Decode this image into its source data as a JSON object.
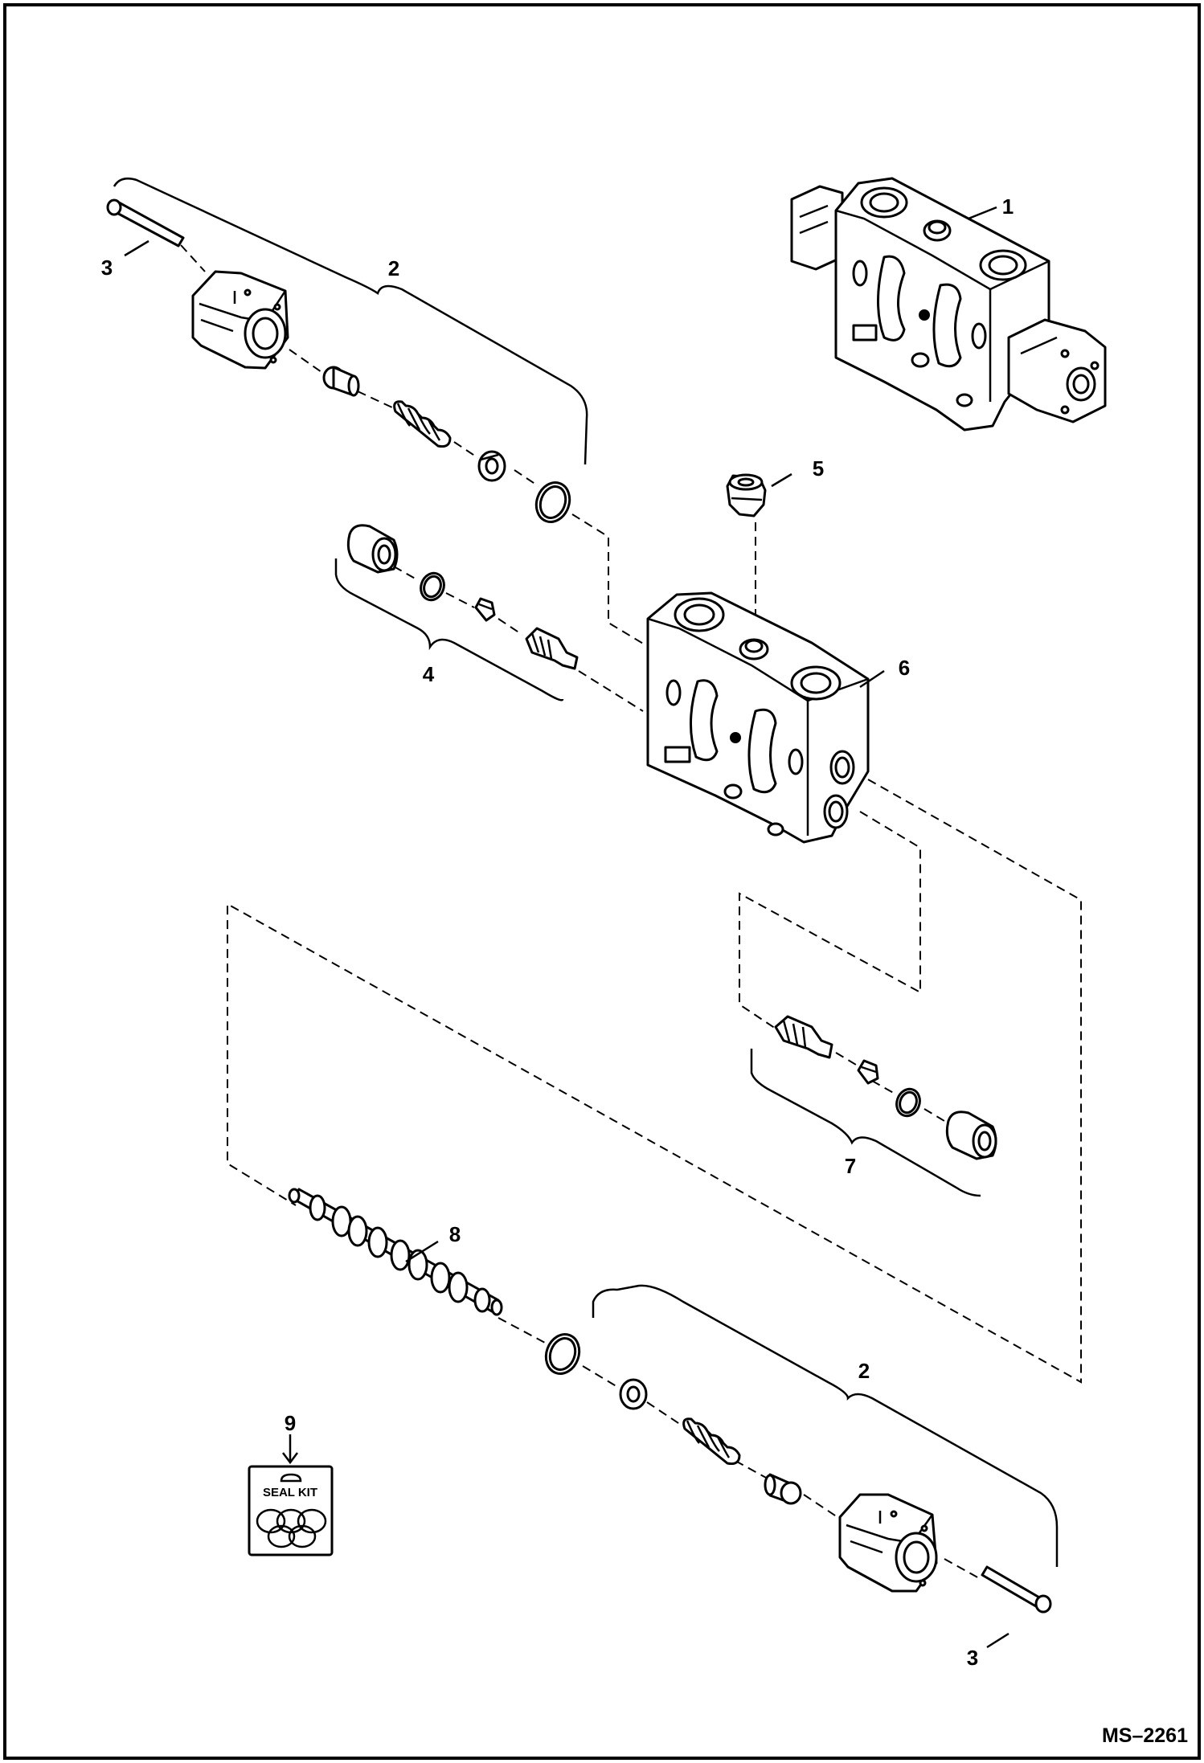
{
  "figure_id": "MS–2261",
  "seal_kit": {
    "item": "9",
    "label": "SEAL KIT"
  },
  "callouts": {
    "body_assembly": "1",
    "cap_assembly_top": "2",
    "cap_assembly_bottom": "2",
    "bolt_top": "3",
    "bolt_bottom": "3",
    "check_valve_left": "4",
    "plug": "5",
    "valve_section": "6",
    "check_valve_right": "7",
    "spool": "8"
  }
}
